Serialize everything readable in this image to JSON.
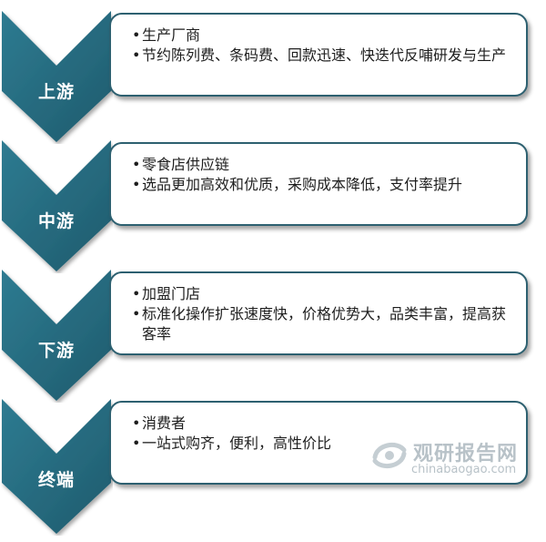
{
  "stages": [
    {
      "label": "上游",
      "items": [
        "生产厂商",
        "节约陈列费、条码费、回款迅速、快迭代反哺研发与生产"
      ]
    },
    {
      "label": "中游",
      "items": [
        "零食店供应链",
        "选品更加高效和优质，采购成本降低，支付率提升"
      ]
    },
    {
      "label": "下游",
      "items": [
        "加盟门店",
        "标准化操作扩张速度快，价格优势大，品类丰富，提高获客率"
      ]
    },
    {
      "label": "终端",
      "items": [
        "消费者",
        "一站式购齐，便利，高性价比"
      ]
    }
  ],
  "watermark": {
    "name": "观研报告网",
    "url": "chinabaogao.com"
  },
  "colors": {
    "chevron_fill": "#256a7e",
    "card_border": "#2d6070"
  }
}
